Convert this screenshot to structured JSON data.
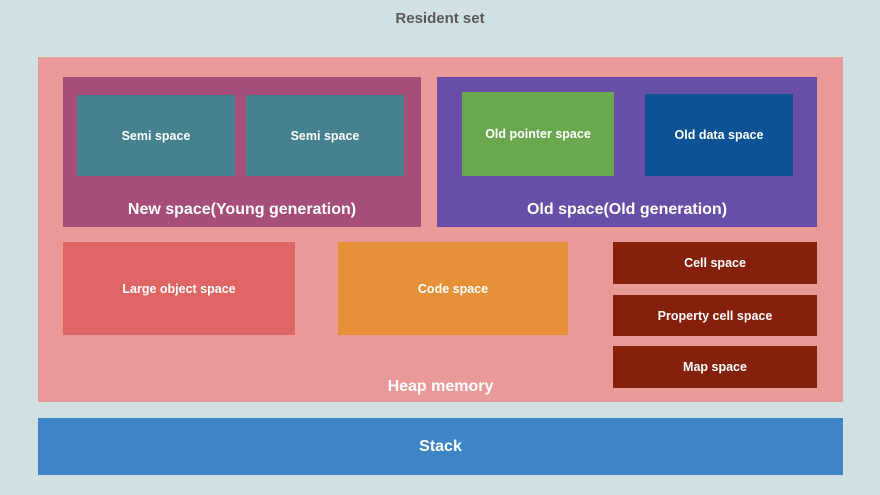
{
  "title": "Resident set",
  "colors": {
    "background": "#d0e0e3",
    "heap": "#ea9999",
    "new_space": "#a64d79",
    "semi_space": "#45818e",
    "old_space": "#674ea7",
    "old_pointer_space": "#6aa84f",
    "old_data_space": "#0b5394",
    "large_object_space": "#e06666",
    "code_space": "#e69138",
    "cell_space": "#85200c",
    "property_cell_space": "#85200c",
    "map_space": "#85200c",
    "stack": "#3d85c6",
    "title_text": "#595959",
    "label_text": "#ffffff"
  },
  "heap": {
    "label": "Heap memory",
    "new_space": {
      "label": "New space(Young generation)",
      "children": [
        {
          "label": "Semi space"
        },
        {
          "label": "Semi space"
        }
      ]
    },
    "old_space": {
      "label": "Old space(Old generation)",
      "children": [
        {
          "label": "Old pointer space"
        },
        {
          "label": "Old data space"
        }
      ]
    },
    "other_spaces": [
      {
        "label": "Large object space"
      },
      {
        "label": "Code space"
      },
      {
        "label": "Cell space"
      },
      {
        "label": "Property cell space"
      },
      {
        "label": "Map space"
      }
    ]
  },
  "stack": {
    "label": "Stack"
  }
}
